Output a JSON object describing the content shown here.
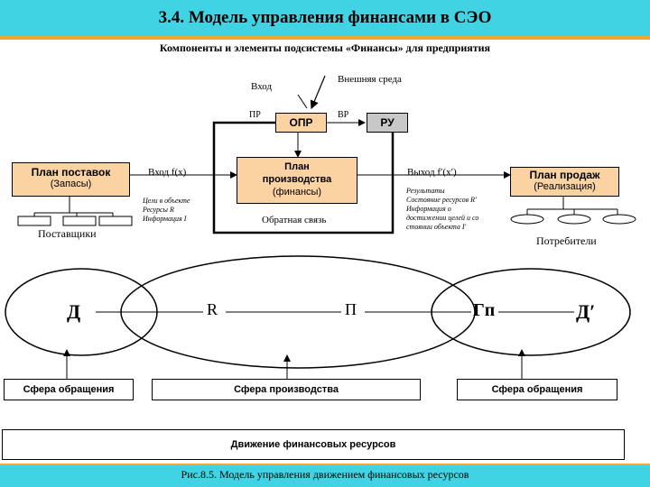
{
  "header": {
    "title": "3.4.  Модель управления финансами  в СЭО"
  },
  "subtitle": "Компоненты и элементы подсистемы «Финансы» для предприятия",
  "top_diagram": {
    "input_label": "Вход",
    "external_env": "Внешняя среда",
    "pr": "ПР",
    "vr": "ВР",
    "opr": "ОПР",
    "ru": "РУ",
    "supply_plan_title": "План поставок",
    "supply_plan_sub": "(Запасы)",
    "input_fx": "Вход f(x)",
    "production_plan_line1": "План",
    "production_plan_line2": "производства",
    "production_plan_line3": "(финансы)",
    "output_fx": "Выход f′(x′)",
    "sales_plan_title": "План продаж",
    "sales_plan_sub": "(Реализация)",
    "goals_line1": "Цели в объекте",
    "goals_line2": "Ресурсы R",
    "goals_line3": "Информация I",
    "feedback": "Обратная связь",
    "results_line1": "Результаты",
    "results_line2": "Состояние ресурсов R′",
    "results_line3": "Информация о",
    "results_line4": "достижении целей и со",
    "results_line5": "стоянии объекта I′",
    "suppliers": "Поставщики",
    "consumers": "Потребители"
  },
  "bottom_diagram": {
    "d": "Д",
    "r": "R",
    "p": "П",
    "gp": "Гп",
    "d_prime": "Д′",
    "sphere_circulation_left": "Сфера обращения",
    "sphere_production": "Сфера производства",
    "sphere_circulation_right": "Сфера обращения",
    "financial_flow": "Движение финансовых ресурсов"
  },
  "footer": {
    "caption": "Рис.8.5. Модель управления движением финансовых ресурсов"
  },
  "colors": {
    "header_bg": "#3fd3e3",
    "accent_orange": "#f2a72a",
    "box_fill": "#fbd3a3",
    "ru_fill": "#c8c8c8"
  }
}
